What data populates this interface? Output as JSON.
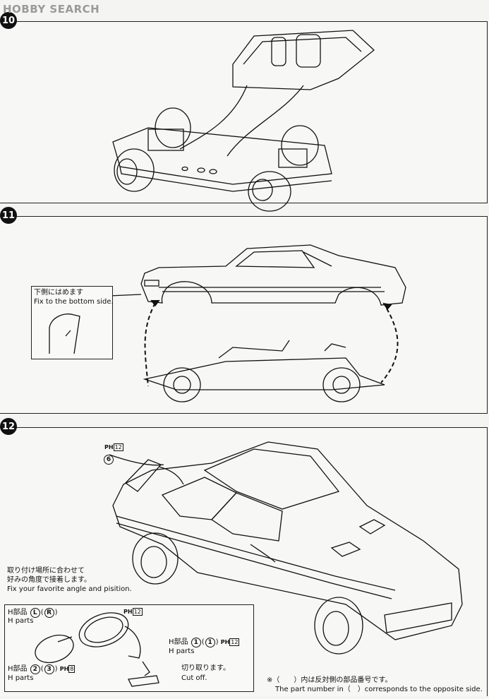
{
  "watermark": "HOBBY SEARCH",
  "steps": [
    {
      "num": "10"
    },
    {
      "num": "11",
      "note_jp": "下側にはめます",
      "note_en": "Fix to the bottom side."
    },
    {
      "num": "12",
      "part6": {
        "ph": "PH",
        "num": "12",
        "circle": "6"
      },
      "note_jp1": "取り付け場所に合わせて",
      "note_jp2": "好みの角度で接着します。",
      "note_en": "Fix your favorite angle and pisition.",
      "hparts_lr": {
        "jp": "H部品",
        "en": "H parts",
        "l": "L",
        "r": "R",
        "ph": "PH",
        "num": "12"
      },
      "hparts_23": {
        "jp": "H部品",
        "en": "H parts",
        "a": "2",
        "b": "3",
        "ph": "PH",
        "num": "8"
      },
      "hparts_11": {
        "jp": "H部品",
        "en": "H parts",
        "a": "1",
        "b": "1",
        "ph": "PH",
        "num": "12"
      },
      "cutoff_jp": "切り取ります。",
      "cutoff_en": "Cut off.",
      "footnote_jp": "※（　　）内は反対側の部品番号です。",
      "footnote_en": "The part number in（　）corresponds to the opposite side."
    }
  ]
}
